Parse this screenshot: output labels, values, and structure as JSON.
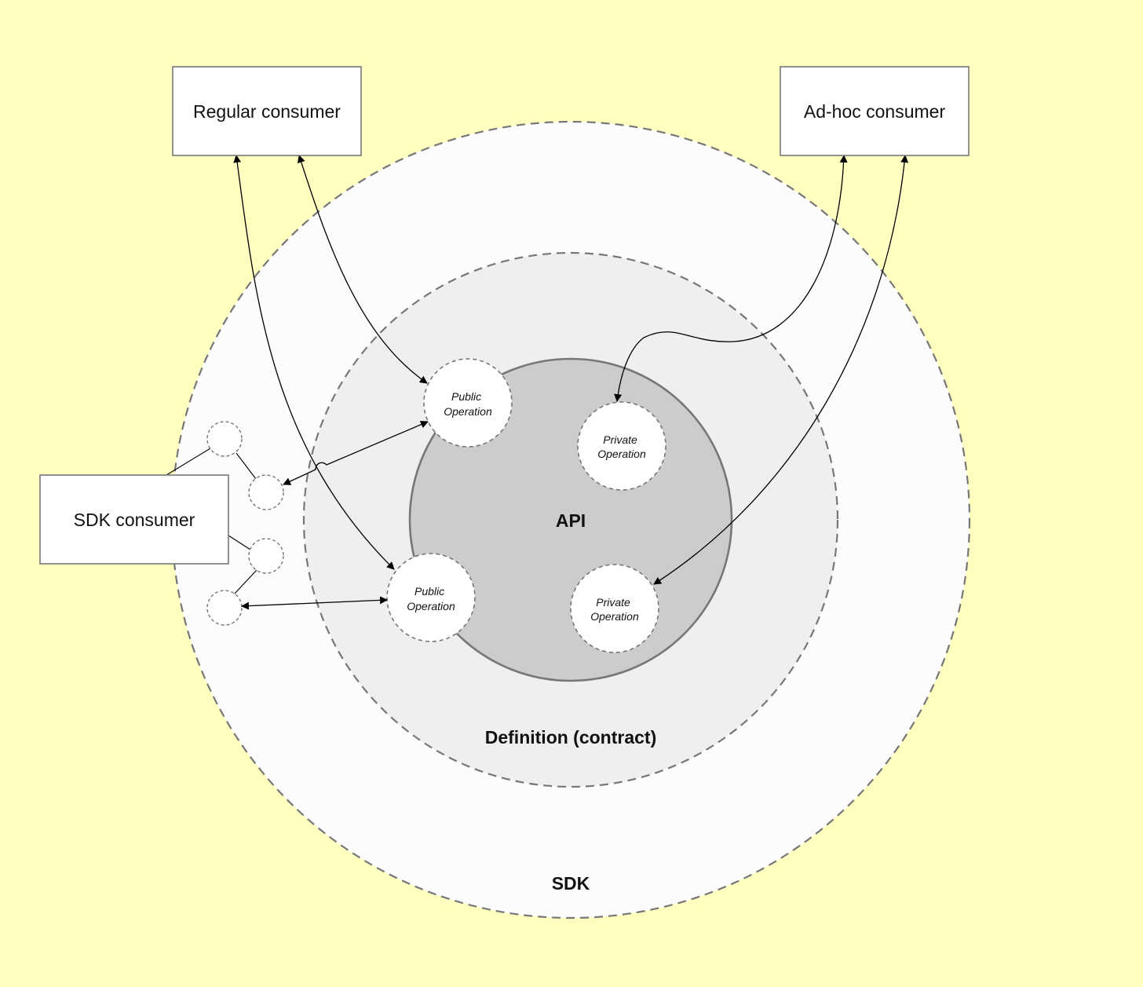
{
  "colors": {
    "background": "#FFFFC0",
    "sdk_ring": "#FCFCFC",
    "definition_ring": "#EFEFEF",
    "api_core": "#CCCCCC",
    "dashed_stroke": "#777777",
    "node_fill": "#FFFFFF"
  },
  "consumers": {
    "regular": "Regular consumer",
    "adhoc": "Ad-hoc consumer",
    "sdk": "SDK consumer"
  },
  "rings": {
    "sdk": "SDK",
    "definition": "Definition (contract)",
    "api": "API"
  },
  "operations": {
    "public_top": [
      "Public",
      "Operation"
    ],
    "public_bottom": [
      "Public",
      "Operation"
    ],
    "private_top": [
      "Private",
      "Operation"
    ],
    "private_bottom": [
      "Private",
      "Operation"
    ]
  }
}
